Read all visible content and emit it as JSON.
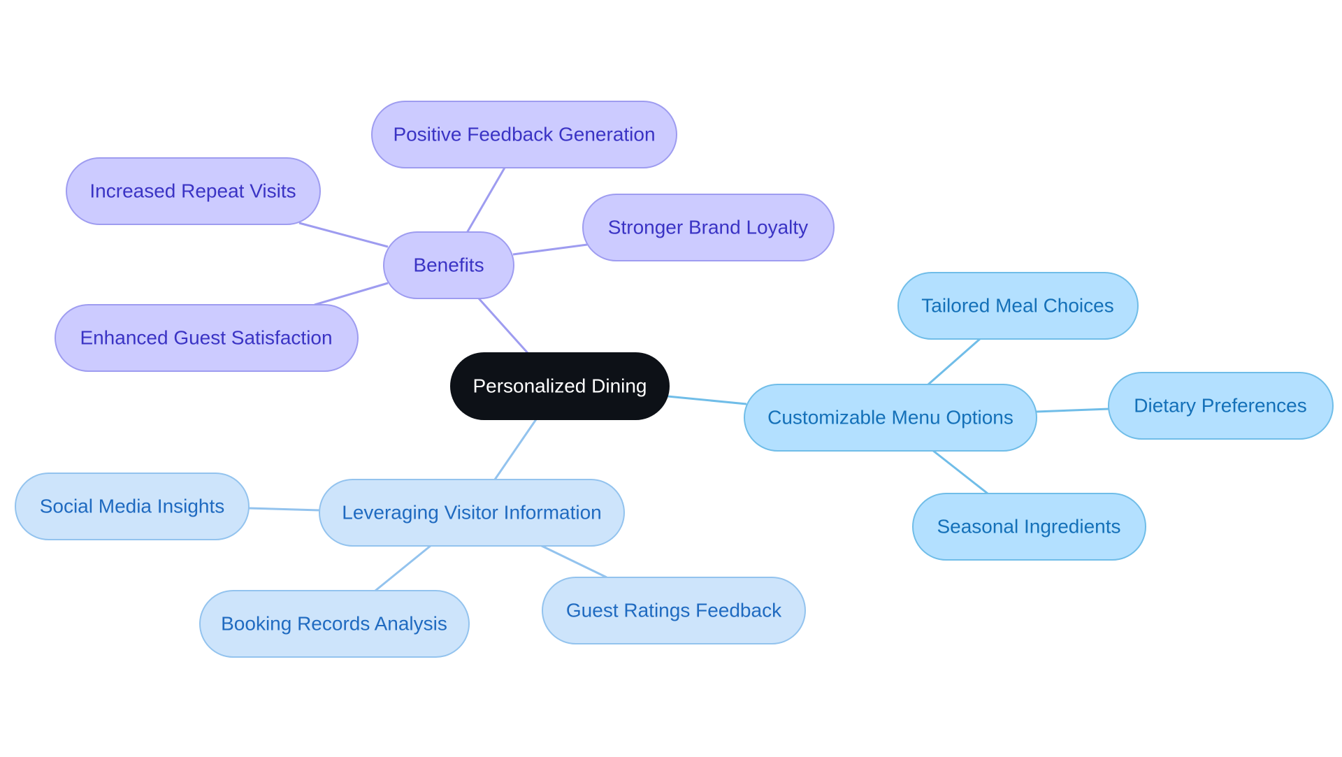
{
  "diagram": {
    "type": "mindmap",
    "colors": {
      "root_fill": "#0d1117",
      "root_text": "#ffffff",
      "benefits_fill": "#cccbff",
      "benefits_stroke": "#9e9cf0",
      "benefits_text": "#3a33c4",
      "benefits_edge": "#9e9cf0",
      "menu_fill": "#b3e0ff",
      "menu_stroke": "#70bde8",
      "menu_text": "#1470b8",
      "menu_edge": "#70bde8",
      "visitor_fill": "#cde4fb",
      "visitor_stroke": "#93c3ee",
      "visitor_text": "#1f6ac0",
      "visitor_edge": "#93c3ee"
    },
    "root": {
      "label": "Personalized Dining"
    },
    "branches": [
      {
        "id": "benefits",
        "label": "Benefits",
        "children": [
          {
            "label": "Positive Feedback Generation"
          },
          {
            "label": "Increased Repeat Visits"
          },
          {
            "label": "Stronger Brand Loyalty"
          },
          {
            "label": "Enhanced Guest Satisfaction"
          }
        ]
      },
      {
        "id": "menu",
        "label": "Customizable Menu Options",
        "children": [
          {
            "label": "Tailored Meal Choices"
          },
          {
            "label": "Dietary Preferences"
          },
          {
            "label": "Seasonal Ingredients"
          }
        ]
      },
      {
        "id": "visitor",
        "label": "Leveraging Visitor Information",
        "children": [
          {
            "label": "Social Media Insights"
          },
          {
            "label": "Booking Records Analysis"
          },
          {
            "label": "Guest Ratings Feedback"
          }
        ]
      }
    ]
  }
}
